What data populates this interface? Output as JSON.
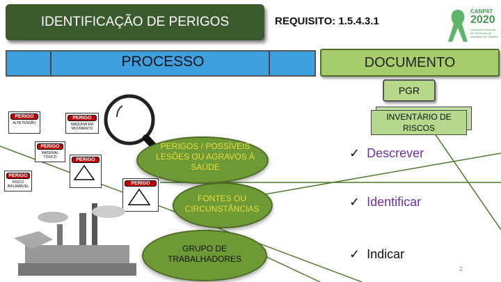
{
  "header": {
    "title": "IDENTIFICAÇÃO DE PERIGOS",
    "requirement": "REQUISITO: 1.5.4.3.1",
    "logo": {
      "year": "CANPAT",
      "number": "2020",
      "caption": "Campanha Nacional de Prevenção de Acidentes do Trabalho"
    }
  },
  "processo": {
    "label": "PROCESSO"
  },
  "documento": {
    "label": "DOCUMENTO"
  },
  "pgr": {
    "label": "PGR"
  },
  "inventario": {
    "label": "INVENTÁRIO DE RISCOS"
  },
  "ovals": [
    {
      "text": "PERIGOS / POSSÍVEIS LESÕES OU AGRAVOS À SAÚDE"
    },
    {
      "text": "FONTES OU CIRCUNSTÂNCIAS"
    },
    {
      "text": "GRUPO DE TRABALHADORES"
    }
  ],
  "checklist": [
    {
      "mark": "✓",
      "word": "Descrever"
    },
    {
      "mark": "✓",
      "word": "Identificar"
    },
    {
      "mark": "✓",
      "word": "Indicar"
    }
  ],
  "signs": [
    {
      "head": "PERIGO",
      "body": "ALTA TENSÃO"
    },
    {
      "head": "PERIGO",
      "body": "MÁQUINA EM MOVIMENTO"
    },
    {
      "head": "PERIGO",
      "body": "MATERIAL TÓXICO"
    },
    {
      "head": "PERIGO",
      "body": ""
    },
    {
      "head": "PERIGO",
      "body": "RISCO INFLAMÁVEL"
    },
    {
      "head": "PERIGO",
      "body": ""
    }
  ],
  "page": {
    "number": "2"
  },
  "colors": {
    "title_bg": "#3b5a2e",
    "process_blue": "#3fa0e0",
    "doc_green": "#a6cc6c",
    "oval_green": "#6e9a35",
    "check_purple": "#7030a0"
  }
}
